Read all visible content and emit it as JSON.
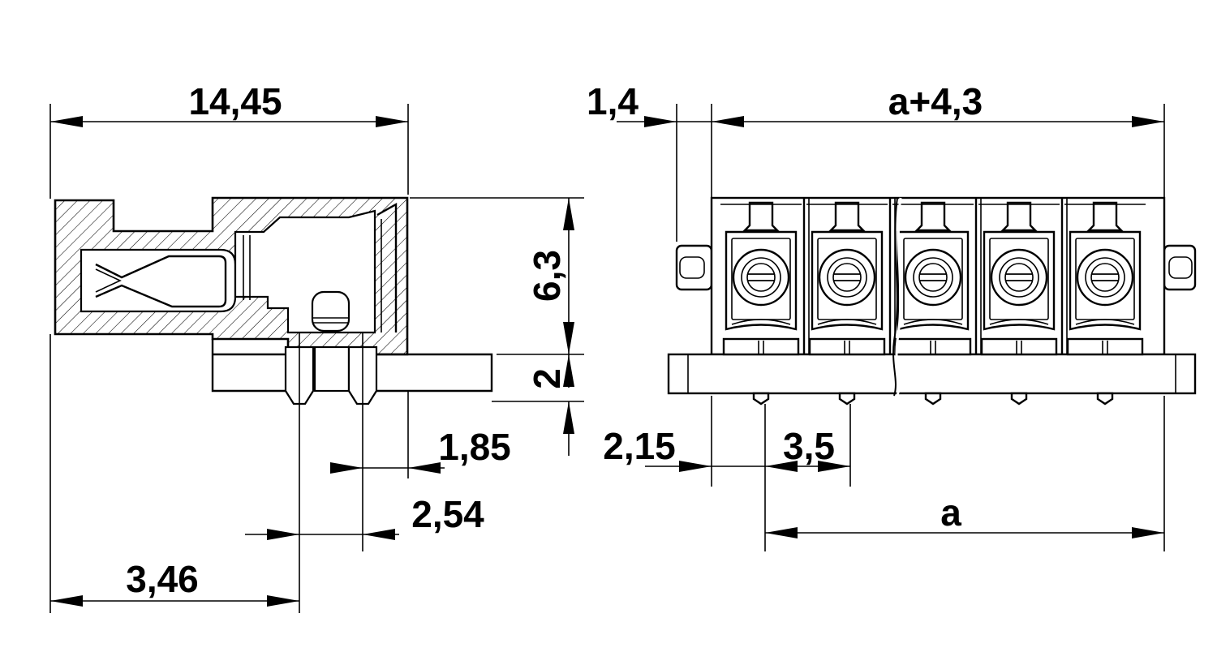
{
  "dimensions": {
    "side_width": "14,45",
    "height_body": "6,3",
    "height_base": "2",
    "pin_offset": "1,85",
    "pin_pitch_side": "2,54",
    "pin_to_edge": "3,46",
    "margin_left": "1,4",
    "total_width": "a+4,3",
    "first_pin_offset": "2,15",
    "pitch": "3,5",
    "span": "a"
  },
  "front_view": {
    "positions": 5
  },
  "colors": {
    "line": "#000000",
    "background": "#ffffff"
  }
}
